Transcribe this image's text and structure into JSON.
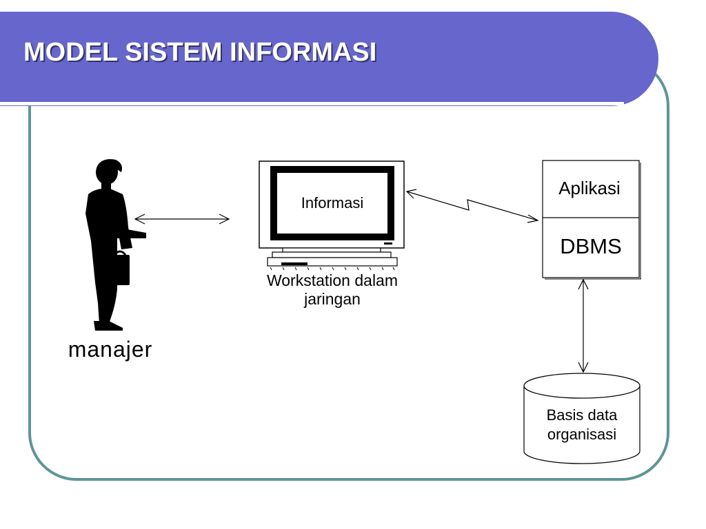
{
  "slide": {
    "title": "MODEL SISTEM INFORMASI",
    "banner_color": "#6666cc",
    "frame_color": "#5f9596"
  },
  "diagram": {
    "manager_label": "manajer",
    "monitor_screen_label": "Informasi",
    "workstation_label_line1": "Workstation dalam",
    "workstation_label_line2": "jaringan",
    "server_top_label": "Aplikasi",
    "server_bottom_label": "DBMS",
    "database_label_line1": "Basis data",
    "database_label_line2": "organisasi"
  }
}
